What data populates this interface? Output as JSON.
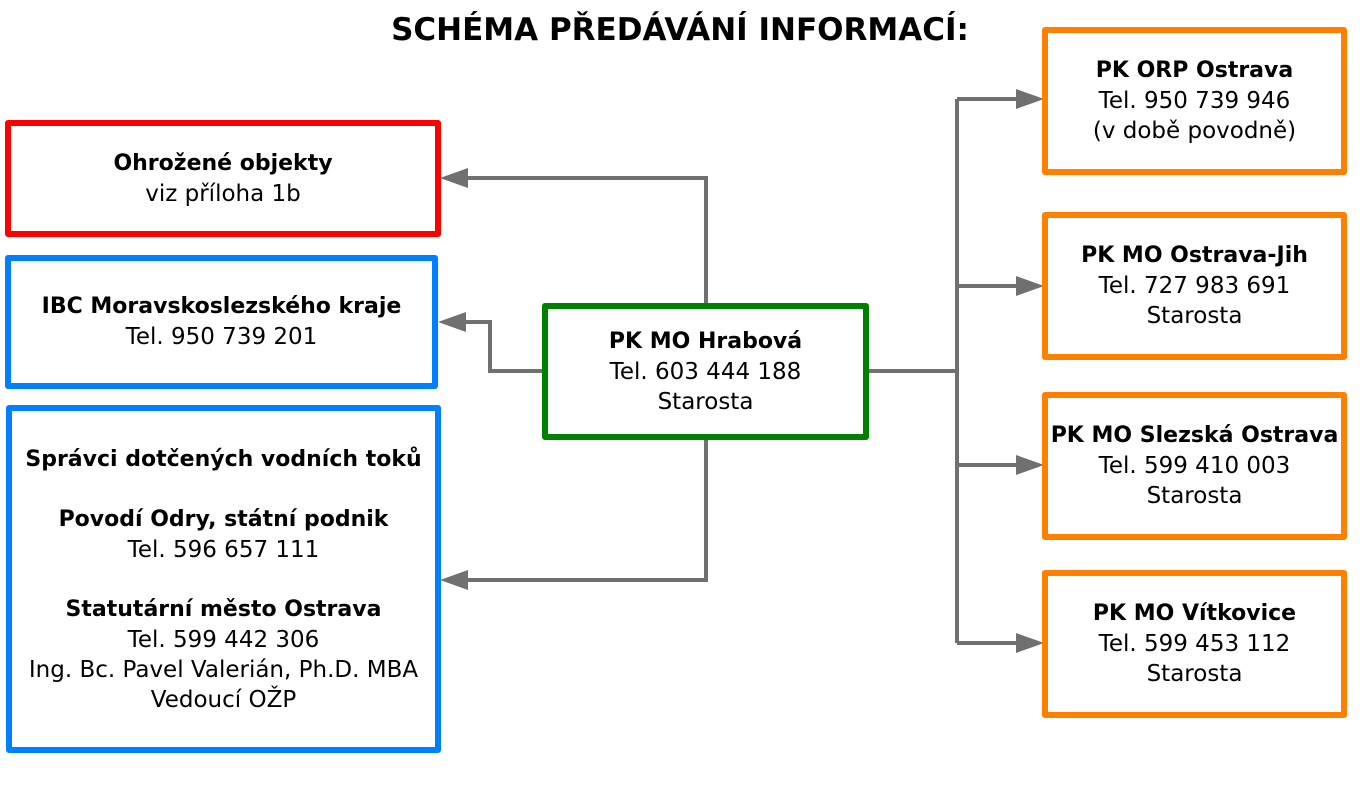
{
  "title": "SCHÉMA PŘEDÁVÁNÍ INFORMACÍ:",
  "colors": {
    "threatened": "#ff0000",
    "info": "#0080ff",
    "center": "#008000",
    "crisis_staff": "#ff8000",
    "connector": "#707070"
  },
  "center_node": {
    "name": "PK MO Hrabová",
    "phone": "Tel. 603 444 188",
    "role": "Starosta"
  },
  "left_nodes": {
    "threatened": {
      "name": "Ohrožené objekty",
      "note": "viz příloha 1b"
    },
    "ibc": {
      "name": "IBC Moravskoslezského kraje",
      "phone": "Tel. 950 739 201"
    },
    "water": {
      "heading": "Správci dotčených vodních toků",
      "entries": [
        {
          "name": "Povodí Odry, státní podnik",
          "phone": "Tel. 596 657 111"
        },
        {
          "name": "Statutární město Ostrava",
          "phone": "Tel. 599 442 306",
          "person": "Ing. Bc. Pavel Valerián, Ph.D. MBA",
          "role": "Vedoucí OŽP"
        }
      ]
    }
  },
  "right_nodes": [
    {
      "name": "PK ORP Ostrava",
      "phone": "Tel. 950 739 946",
      "note": "(v době povodně)"
    },
    {
      "name": "PK MO Ostrava-Jih",
      "phone": "Tel. 727 983 691",
      "note": "Starosta"
    },
    {
      "name": "PK MO Slezská Ostrava",
      "phone": "Tel. 599 410 003",
      "note": "Starosta"
    },
    {
      "name": "PK MO Vítkovice",
      "phone": "Tel. 599 453 112",
      "note": "Starosta"
    }
  ]
}
